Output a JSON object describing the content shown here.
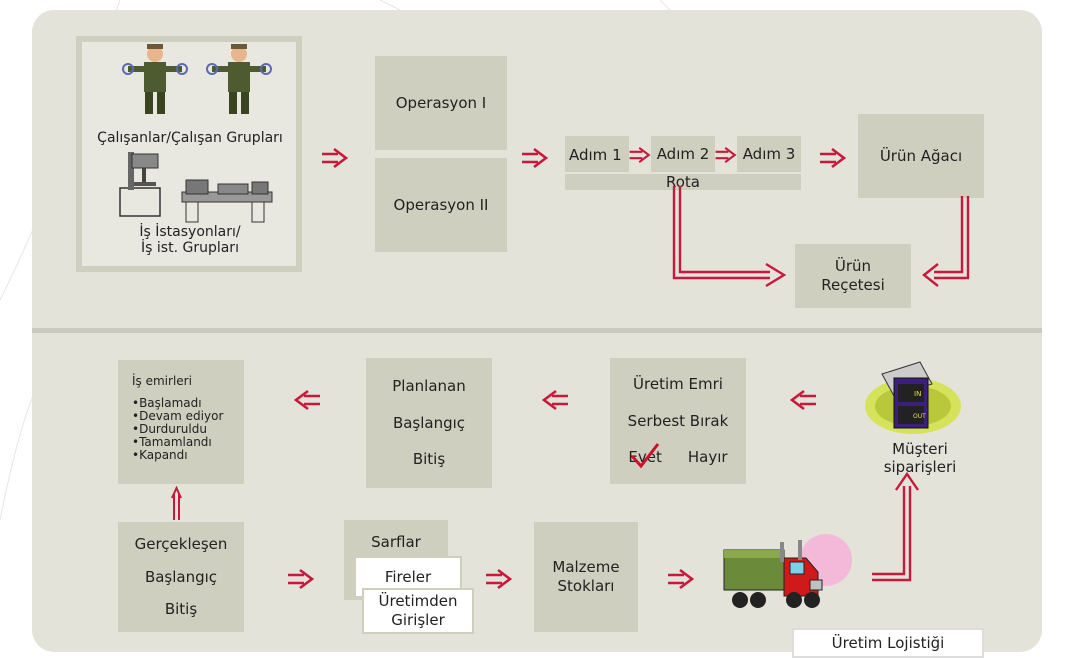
{
  "top": {
    "resources": {
      "workers_label": "Çalışanlar/Çalışan Grupları",
      "stations_label_line1": "İş İstasyonları/",
      "stations_label_line2": "İş ist. Grupları"
    },
    "operations": [
      "Operasyon I",
      "Operasyon II"
    ],
    "route": {
      "steps": [
        "Adım 1",
        "Adım 2",
        "Adım 3"
      ],
      "label": "Rota"
    },
    "bom_label": "Ürün Ağacı",
    "recipe_label_line1": "Ürün",
    "recipe_label_line2": "Reçetesi"
  },
  "bottom": {
    "work_orders": {
      "title": "İş emirleri",
      "statuses": [
        "•Başlamadı",
        "•Devam ediyor",
        "•Durduruldu",
        "•Tamamlandı",
        "•Kapandı"
      ]
    },
    "planned": [
      "Planlanan",
      "Başlangıç",
      "Bitiş"
    ],
    "release": {
      "line1": "Üretim Emri",
      "line2": "Serbest Bırak",
      "yes": "Evet",
      "no": "Hayır"
    },
    "customer_orders_line1": "Müşteri",
    "customer_orders_line2": "siparişleri",
    "inbox_in": "IN",
    "inbox_out": "OUT",
    "actual": [
      "Gerçekleşen",
      "Başlangıç",
      "Bitiş"
    ],
    "consumption": {
      "sarflar": "Sarflar",
      "fireler": "Fireler",
      "output_line1": "Üretimden",
      "output_line2": "Girişler"
    },
    "stock_line1": "Malzeme",
    "stock_line2": "Stokları",
    "logistics_label": "Üretim Lojistiği"
  },
  "colors": {
    "arrow": "#c8193c",
    "box": "#cfcfc0",
    "panel": "#e3e3da",
    "check": "#d0102a"
  }
}
